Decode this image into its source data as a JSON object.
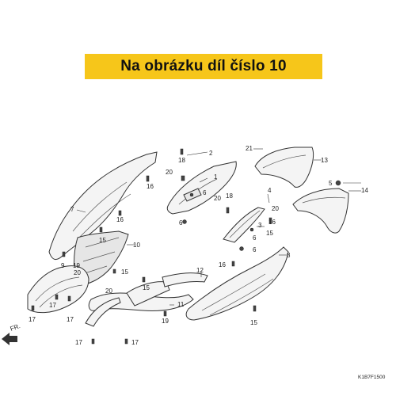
{
  "banner": {
    "text": "Na obrázku díl číslo 10"
  },
  "callouts": [
    "1",
    "2",
    "3",
    "4",
    "5",
    "6",
    "6",
    "6",
    "6",
    "7",
    "8",
    "9",
    "10",
    "11",
    "12",
    "13",
    "14",
    "15",
    "15",
    "15",
    "15",
    "15",
    "16",
    "16",
    "16",
    "16",
    "17",
    "17",
    "17",
    "17",
    "17",
    "18",
    "18",
    "19",
    "19",
    "20",
    "20",
    "20",
    "20",
    "20",
    "21"
  ],
  "direction_label": "FR.",
  "diagram_code": "K1B7F1500"
}
